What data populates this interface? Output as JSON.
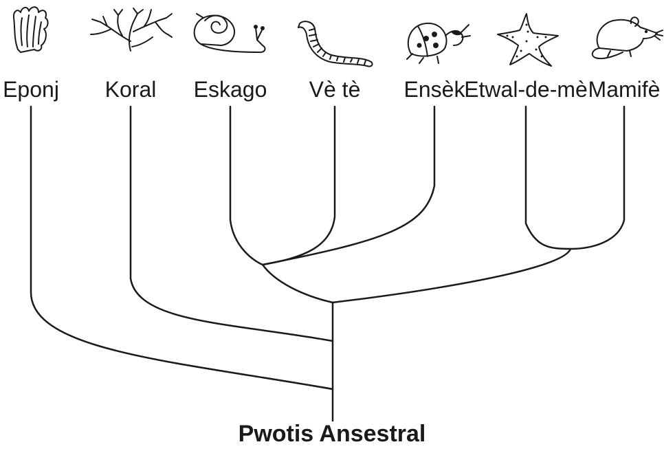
{
  "root": "Pwotis Ansestral",
  "taxa": [
    {
      "id": "sponge",
      "label": "Eponj",
      "icon": "sponge-icon"
    },
    {
      "id": "coral",
      "label": "Koral",
      "icon": "coral-icon"
    },
    {
      "id": "snail",
      "label": "Eskago",
      "icon": "snail-icon"
    },
    {
      "id": "worm",
      "label": "Vè tè",
      "icon": "worm-icon"
    },
    {
      "id": "insect",
      "label": "Ensèk",
      "icon": "ladybug-icon"
    },
    {
      "id": "starfish",
      "label": "Etwal-de-mè",
      "icon": "starfish-icon"
    },
    {
      "id": "mammal",
      "label": "Mamifè",
      "icon": "mouse-icon"
    }
  ]
}
